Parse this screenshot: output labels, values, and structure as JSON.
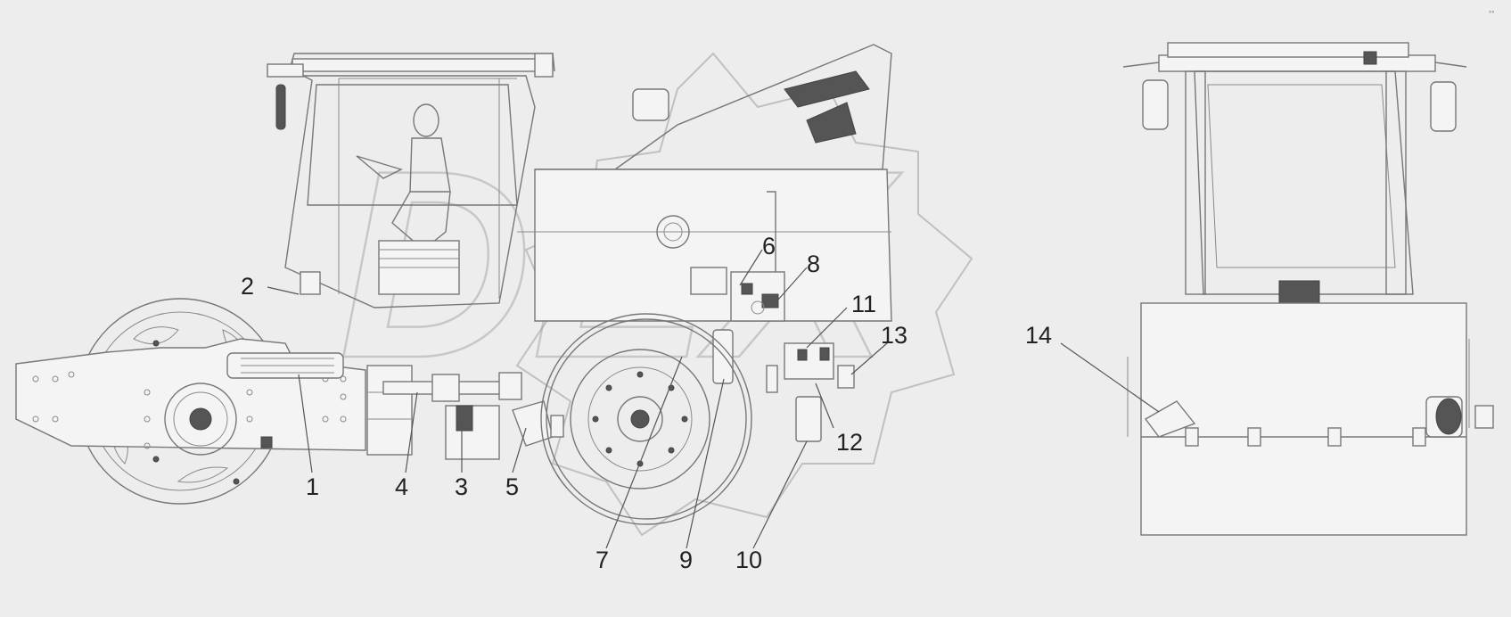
{
  "diagram": {
    "watermark_text": "DEX",
    "corner_mark": "°°",
    "callouts": [
      {
        "id": "callout-1",
        "label": "1"
      },
      {
        "id": "callout-2",
        "label": "2"
      },
      {
        "id": "callout-3",
        "label": "3"
      },
      {
        "id": "callout-4",
        "label": "4"
      },
      {
        "id": "callout-5",
        "label": "5"
      },
      {
        "id": "callout-6",
        "label": "6"
      },
      {
        "id": "callout-7",
        "label": "7"
      },
      {
        "id": "callout-8",
        "label": "8"
      },
      {
        "id": "callout-9",
        "label": "9"
      },
      {
        "id": "callout-10",
        "label": "10"
      },
      {
        "id": "callout-11",
        "label": "11"
      },
      {
        "id": "callout-12",
        "label": "12"
      },
      {
        "id": "callout-13",
        "label": "13"
      },
      {
        "id": "callout-14",
        "label": "14"
      }
    ]
  }
}
